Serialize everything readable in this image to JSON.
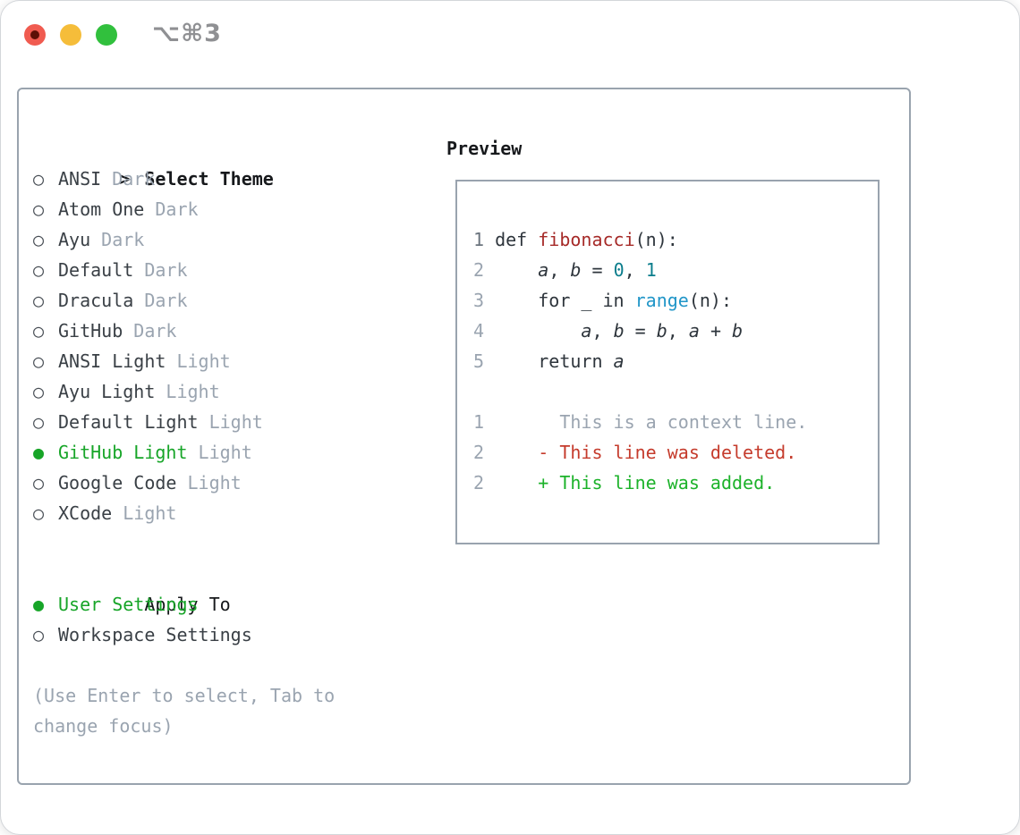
{
  "colors": {
    "border": "#99a3ae",
    "heading": "#17191c",
    "text": "#3a4046",
    "muted": "#9aa4b0",
    "green": "#17a528",
    "code": "#2e353c",
    "func": "#a62a28",
    "number": "#0b7d8c",
    "builtin": "#2196c8",
    "deleted": "#c53b2c",
    "added": "#1cb22a",
    "linenum_hl": "#6b747e",
    "shortcut": "#8f9093",
    "light_red": "#f05b50",
    "light_red_dot": "#5d1006",
    "light_yellow": "#f5bd3a",
    "light_green": "#31c03d"
  },
  "window": {
    "shortcut": "⌥⌘3",
    "traffic_lights": [
      {
        "role": "close"
      },
      {
        "role": "minimize"
      },
      {
        "role": "zoom"
      }
    ]
  },
  "selector": {
    "prompt": ">",
    "title": "Select Theme",
    "radio_selected": "●",
    "radio_unselected": "○",
    "themes": [
      {
        "name": "ANSI",
        "variant": "Dark",
        "selected": false
      },
      {
        "name": "Atom One",
        "variant": "Dark",
        "selected": false
      },
      {
        "name": "Ayu",
        "variant": "Dark",
        "selected": false
      },
      {
        "name": "Default",
        "variant": "Dark",
        "selected": false
      },
      {
        "name": "Dracula",
        "variant": "Dark",
        "selected": false
      },
      {
        "name": "GitHub",
        "variant": "Dark",
        "selected": false
      },
      {
        "name": "ANSI Light",
        "variant": "Light",
        "selected": false
      },
      {
        "name": "Ayu Light",
        "variant": "Light",
        "selected": false
      },
      {
        "name": "Default Light",
        "variant": "Light",
        "selected": false
      },
      {
        "name": "GitHub Light",
        "variant": "Light",
        "selected": true
      },
      {
        "name": "Google Code",
        "variant": "Light",
        "selected": false
      },
      {
        "name": "XCode",
        "variant": "Light",
        "selected": false
      }
    ],
    "apply_to": {
      "title": "Apply To",
      "options": [
        {
          "label": "User Settings",
          "selected": true
        },
        {
          "label": "Workspace Settings",
          "selected": false
        }
      ]
    },
    "hint_lines": [
      "(Use Enter to select, Tab to",
      "change focus)"
    ]
  },
  "preview": {
    "title": "Preview",
    "lines": [
      {
        "num": "1",
        "num_hl": true,
        "segments": [
          {
            "t": " def ",
            "s": "c"
          },
          {
            "t": "fibonacci",
            "s": "fn"
          },
          {
            "t": "(n):",
            "s": "c"
          }
        ]
      },
      {
        "num": "2",
        "num_hl": false,
        "segments": [
          {
            "t": "     ",
            "s": "c"
          },
          {
            "t": "a",
            "s": "v"
          },
          {
            "t": ", ",
            "s": "c"
          },
          {
            "t": "b",
            "s": "v"
          },
          {
            "t": " = ",
            "s": "c"
          },
          {
            "t": "0",
            "s": "n"
          },
          {
            "t": ", ",
            "s": "c"
          },
          {
            "t": "1",
            "s": "n"
          }
        ]
      },
      {
        "num": "3",
        "num_hl": false,
        "segments": [
          {
            "t": "     for _ in ",
            "s": "c"
          },
          {
            "t": "range",
            "s": "b"
          },
          {
            "t": "(n):",
            "s": "c"
          }
        ]
      },
      {
        "num": "4",
        "num_hl": false,
        "segments": [
          {
            "t": "         ",
            "s": "c"
          },
          {
            "t": "a",
            "s": "v"
          },
          {
            "t": ", ",
            "s": "c"
          },
          {
            "t": "b",
            "s": "v"
          },
          {
            "t": " = ",
            "s": "c"
          },
          {
            "t": "b",
            "s": "v"
          },
          {
            "t": ", ",
            "s": "c"
          },
          {
            "t": "a",
            "s": "v"
          },
          {
            "t": " + ",
            "s": "c"
          },
          {
            "t": "b",
            "s": "v"
          }
        ]
      },
      {
        "num": "5",
        "num_hl": false,
        "segments": [
          {
            "t": "     return ",
            "s": "c"
          },
          {
            "t": "a",
            "s": "v"
          }
        ]
      },
      {
        "num": "",
        "num_hl": false,
        "segments": []
      },
      {
        "num": "1",
        "num_hl": false,
        "segments": [
          {
            "t": "       This is a context line.",
            "s": "ctx"
          }
        ]
      },
      {
        "num": "2",
        "num_hl": false,
        "segments": [
          {
            "t": "     - This line was deleted.",
            "s": "del"
          }
        ]
      },
      {
        "num": "2",
        "num_hl": false,
        "segments": [
          {
            "t": "     + This line was added.",
            "s": "add"
          }
        ]
      }
    ]
  }
}
